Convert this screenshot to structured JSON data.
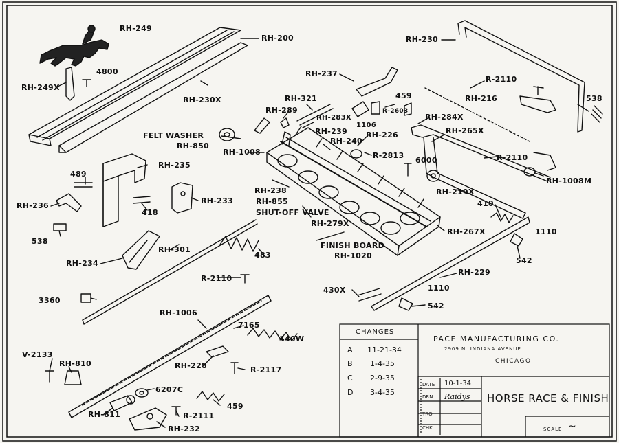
{
  "drawing": {
    "labels": {
      "rh249": "RH-249",
      "rh200": "RH-200",
      "rh249x": "RH-249X",
      "p4800": "4800",
      "rh230x": "RH-230X",
      "rh230": "RH-230",
      "rh237": "RH-237",
      "r2110a": "R-2110",
      "rh216": "RH-216",
      "p538a": "538",
      "rh321": "RH-321",
      "p459a": "459",
      "rh289": "RH-289",
      "r2603": "R-2603",
      "rh284x": "RH-284X",
      "rh283x": "RH-283X",
      "p1106": "1106",
      "felt_washer": "FELT WASHER",
      "rh850": "RH-850",
      "rh239": "RH-239",
      "rh226": "RH-226",
      "rh265x": "RH-265X",
      "rh240": "RH-240",
      "rh1008": "RH-1008",
      "r2813": "R-2813",
      "r2110b": "R-2110",
      "rh235": "RH-235",
      "p6000": "6000",
      "rh1008m": "RH-1008M",
      "p489": "489",
      "rh238": "RH-238",
      "rh855": "RH-855",
      "rh219x": "RH-219X",
      "rh233": "RH-233",
      "rh236": "RH-236",
      "p418": "418",
      "shutoff": "SHUT-OFF VALVE",
      "p410": "410",
      "rh279x": "RH-279X",
      "p538b": "538",
      "rh267x": "RH-267X",
      "p1110a": "1110",
      "rh301": "RH-301",
      "finish_board": "FINISH BOARD",
      "rh1020": "RH-1020",
      "p483": "483",
      "rh234": "RH-234",
      "p542a": "542",
      "r2110c": "R-2110",
      "rh229": "RH-229",
      "p430x": "430X",
      "p1110b": "1110",
      "p3360": "3360",
      "p542b": "542",
      "rh1006": "RH-1006",
      "p7165": "7165",
      "p440w": "440W",
      "v2133": "V-2133",
      "rh810": "RH-810",
      "rh228": "RH-228",
      "r2117": "R-2117",
      "p6207c": "6207C",
      "p459b": "459",
      "rh811": "RH-811",
      "r2111": "R-2111",
      "rh232": "RH-232"
    }
  },
  "title_block": {
    "changes_header": "CHANGES",
    "changes": [
      {
        "letter": "A",
        "date": "11-21-34"
      },
      {
        "letter": "B",
        "date": "1-4-35"
      },
      {
        "letter": "C",
        "date": "2-9-35"
      },
      {
        "letter": "D",
        "date": "3-4-35"
      }
    ],
    "company": "PACE MANUFACTURING CO.",
    "address": "2909 N. INDIANA AVENUE",
    "city": "CHICAGO",
    "date_label": "DATE",
    "date_value": "10-1-34",
    "drn_label": "DRN",
    "drn_value": "Raidys",
    "tro_label": "TRO",
    "chk_label": "CHK",
    "title": "HORSE RACE & FINISH",
    "scale_label": "SCALE",
    "scale_value": "~"
  }
}
